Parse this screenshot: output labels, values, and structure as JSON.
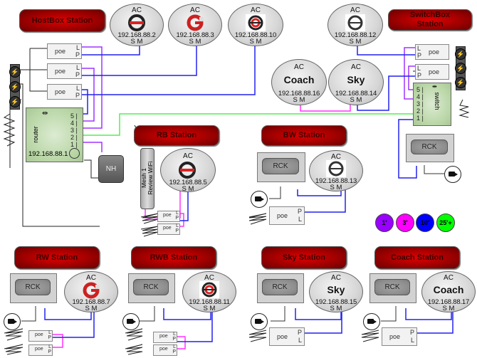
{
  "stations": {
    "hostbox": "HostBox Station",
    "switchbox": "SwitchBox Station",
    "rb": "RB Station",
    "bw": "BW Station",
    "rw": "RW Station",
    "rwb": "RWB Station",
    "sky": "Sky Station",
    "coach": "Coach Station"
  },
  "access_points": [
    {
      "id": "ac2",
      "label": "AC",
      "ip": "192.168.88.2",
      "ports": "S M",
      "logo": "red-dark-g"
    },
    {
      "id": "ac3",
      "label": "AC",
      "ip": "192.168.88.3",
      "ports": "S M",
      "logo": "red-white-g"
    },
    {
      "id": "ac10",
      "label": "AC",
      "ip": "192.168.88.10",
      "ports": "S M",
      "logo": "red-dark-g-boxed"
    },
    {
      "id": "ac12",
      "label": "AC",
      "ip": "192.168.88.12",
      "ports": "S M",
      "logo": "dark-g-boxed"
    },
    {
      "id": "ac16",
      "label": "AC",
      "name": "Coach",
      "ip": "192.168.88.16",
      "ports": "S M"
    },
    {
      "id": "ac14",
      "label": "AC",
      "name": "Sky",
      "ip": "192.168.88.14",
      "ports": "S M"
    },
    {
      "id": "ac5",
      "label": "AC",
      "ip": "192.168.88.5",
      "ports": "S M",
      "logo": "red-dark-g"
    },
    {
      "id": "ac13",
      "label": "AC",
      "ip": "192.168.88.13",
      "ports": "S M",
      "logo": "dark-g-boxed"
    },
    {
      "id": "ac7",
      "label": "AC",
      "ip": "192.168.88.7",
      "ports": "S M",
      "logo": "red-white-g"
    },
    {
      "id": "ac11",
      "label": "AC",
      "ip": "192.168.88.11",
      "ports": "S M",
      "logo": "red-dark-g-boxed"
    },
    {
      "id": "ac15",
      "label": "AC",
      "name": "Sky",
      "ip": "192.168.88.15",
      "ports": "S M"
    },
    {
      "id": "ac17",
      "label": "AC",
      "name": "Coach",
      "ip": "192.168.88.17",
      "ports": "S M"
    }
  ],
  "router": {
    "label": "router",
    "ip": "192.168.88.1",
    "ports": [
      "5",
      "4",
      "3",
      "2",
      "1"
    ]
  },
  "switch": {
    "label": "switch",
    "ports": [
      "5",
      "4",
      "3",
      "2",
      "1"
    ]
  },
  "nh": {
    "label": "NH"
  },
  "mesh": {
    "line1": "Mesh 1",
    "line2": "Review WiFi"
  },
  "poe": {
    "label": "poe",
    "l": "L",
    "p": "P"
  },
  "rck": {
    "label": "RCK"
  },
  "legend": [
    {
      "label": "1'",
      "color": "#9900ff"
    },
    {
      "label": "3'",
      "color": "#ff00ff"
    },
    {
      "label": "10'",
      "color": "#0000ff"
    },
    {
      "label": "25'+",
      "color": "#00ff00"
    }
  ],
  "colors": {
    "purple": "#9933ff",
    "magenta": "#ff33ff",
    "blue": "#2222ee",
    "green": "#55ee55",
    "banner": "#c00000"
  }
}
